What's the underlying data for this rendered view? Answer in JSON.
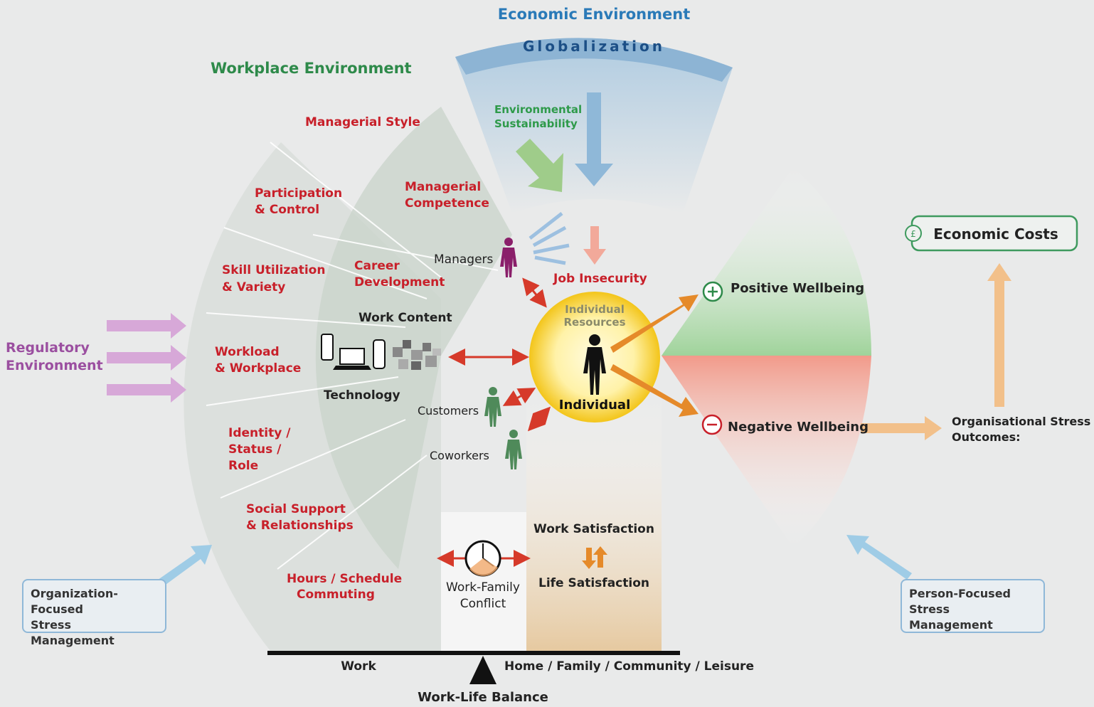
{
  "header": {
    "economic_env": "Economic Environment",
    "globalization": "Globalization",
    "workplace_env": "Workplace Environment",
    "env_sustain_l1": "Environmental",
    "env_sustain_l2": "Sustainability"
  },
  "regulatory": {
    "line1": "Regulatory",
    "line2": "Environment"
  },
  "outer_factors": [
    {
      "l1": "Managerial Style",
      "l2": ""
    },
    {
      "l1": "Participation",
      "l2": "& Control"
    },
    {
      "l1": "Skill Utilization",
      "l2": "& Variety"
    },
    {
      "l1": "Workload",
      "l2": "& Workplace"
    },
    {
      "l1": "Identity /",
      "l2": "Status /",
      "l3": "Role"
    },
    {
      "l1": "Social Support",
      "l2": "& Relationships"
    },
    {
      "l1": "Hours / Schedule",
      "l2": "Commuting"
    }
  ],
  "inner_factors": [
    {
      "l1": "Managerial",
      "l2": "Competence"
    },
    {
      "l1": "Career",
      "l2": "Development"
    }
  ],
  "center": {
    "work_content": "Work Content",
    "technology": "Technology",
    "managers": "Managers",
    "customers": "Customers",
    "coworkers": "Coworkers",
    "job_insecurity": "Job Insecurity",
    "resources_l1": "Individual",
    "resources_l2": "Resources",
    "individual": "Individual"
  },
  "wellbeing": {
    "positive": "Positive Wellbeing",
    "negative": "Negative Wellbeing"
  },
  "outcomes": {
    "economic_costs": "Economic Costs",
    "org_l1": "Organisational Stress",
    "org_l2": "Outcomes:"
  },
  "boxes": {
    "org_focused_l1": "Organization-Focused",
    "org_focused_l2": "Stress Management",
    "person_focused_l1": "Person-Focused",
    "person_focused_l2": "Stress Management"
  },
  "bottom": {
    "wf_l1": "Work-Family",
    "wf_l2": "Conflict",
    "work_satisfaction": "Work Satisfaction",
    "life_satisfaction": "Life Satisfaction",
    "work": "Work",
    "home": "Home / Family / Community / Leisure",
    "balance": "Work-Life Balance"
  },
  "colors": {
    "red": "#c8202a",
    "green": "#2e8a4a",
    "blue": "#2a7ab8",
    "purple": "#9b4fa0",
    "orange": "#e58a2a"
  }
}
